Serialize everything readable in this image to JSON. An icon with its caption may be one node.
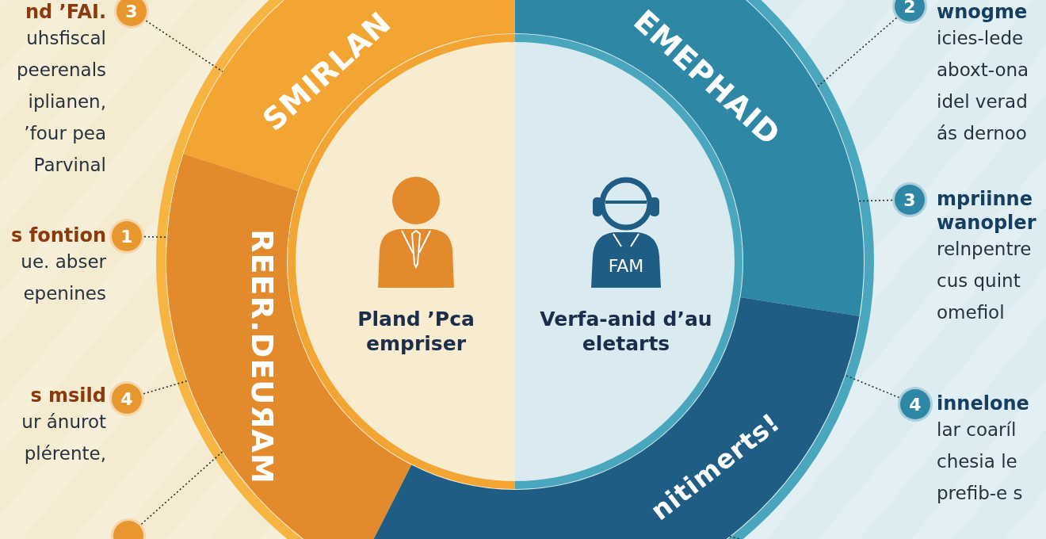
{
  "diagram": {
    "nodes": [
      {
        "text": [
          "SMIRLAN"
        ]
      },
      {
        "text": [
          "REER.DEUЯAM"
        ]
      },
      {
        "text": [
          "EMEPHAID"
        ]
      },
      {
        "text": [
          "nitimerts!"
        ]
      },
      {
        "text": [
          "Pland ’Pca empriser"
        ]
      },
      {
        "text": [
          "FAM",
          "Verfa-anid d’au eletarts"
        ]
      },
      {
        "text": [
          "3"
        ],
        "beside": [
          "nd ’FAI.",
          "uhsfiscal peerenals iplianen, ’four pea Parvinal"
        ]
      },
      {
        "text": [
          "1"
        ],
        "beside": [
          "s fontion",
          "ue. abser epenines"
        ]
      },
      {
        "text": [
          "4"
        ],
        "beside": [
          "s msild",
          "ur ánurot plérente,"
        ]
      },
      {
        "text": [],
        "shape": "circle"
      },
      {
        "text": [
          "2"
        ],
        "beside": [
          "wnogme",
          "icies-lede aboxt-ona idel verad ás dernoo"
        ]
      },
      {
        "text": [
          "3"
        ],
        "beside": [
          "mpriinne wanopler",
          "relnpentre cus quint omefiol"
        ]
      },
      {
        "text": [
          "4"
        ],
        "beside": [
          "innelone",
          "lar coaríl chesia le prefib-e s"
        ]
      }
    ],
    "edges": [
      {
        "from": 6,
        "to": 0,
        "arrow": "none"
      },
      {
        "from": 7,
        "to": 1,
        "arrow": "none"
      },
      {
        "from": 8,
        "to": 1,
        "arrow": "none"
      },
      {
        "from": 9,
        "to": 1,
        "arrow": "none"
      },
      {
        "from": 10,
        "to": 2,
        "arrow": "none"
      },
      {
        "from": 11,
        "to": 2,
        "arrow": "none"
      },
      {
        "from": 12,
        "to": 3,
        "arrow": "none"
      },
      {
        "from": 3,
        "to": null,
        "arrow": "none"
      }
    ]
  }
}
